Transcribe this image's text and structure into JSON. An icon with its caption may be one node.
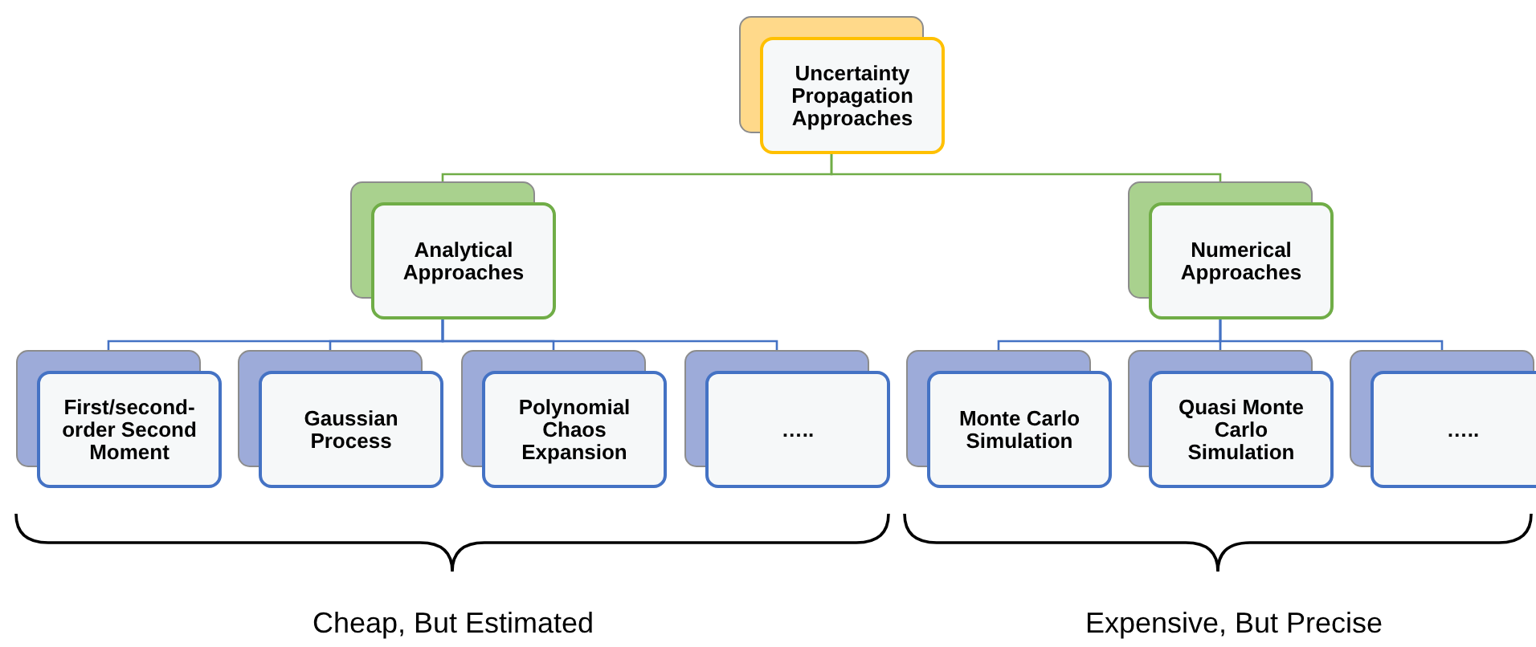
{
  "diagram": {
    "nodes": [
      {
        "text": [
          "Uncertainty Propagation Approaches"
        ]
      },
      {
        "text": [
          "Analytical Approaches"
        ]
      },
      {
        "text": [
          "Numerical Approaches"
        ]
      },
      {
        "text": [
          "First/second-order Second Moment"
        ]
      },
      {
        "text": [
          "Gaussian Process"
        ]
      },
      {
        "text": [
          "Polynomial Chaos Expansion"
        ]
      },
      {
        "text": [
          "….."
        ]
      },
      {
        "text": [
          "Monte Carlo Simulation"
        ]
      },
      {
        "text": [
          "Quasi Monte Carlo Simulation"
        ]
      },
      {
        "text": [
          "….."
        ]
      }
    ],
    "edges": [
      {
        "from": 0,
        "to": 1,
        "arrow": "none",
        "color": "#70ad47"
      },
      {
        "from": 0,
        "to": 2,
        "arrow": "none",
        "color": "#70ad47"
      },
      {
        "from": 1,
        "to": 3,
        "arrow": "none"
      },
      {
        "from": 1,
        "to": 4,
        "arrow": "none"
      },
      {
        "from": 1,
        "to": 5,
        "arrow": "none"
      },
      {
        "from": 1,
        "to": 6,
        "arrow": "none"
      },
      {
        "from": 2,
        "to": 7,
        "arrow": "none"
      },
      {
        "from": 2,
        "to": 8,
        "arrow": "none"
      },
      {
        "from": 2,
        "to": 9,
        "arrow": "none"
      }
    ],
    "labels": [
      "Cheap, But Estimated",
      "Expensive, But Precise"
    ]
  }
}
